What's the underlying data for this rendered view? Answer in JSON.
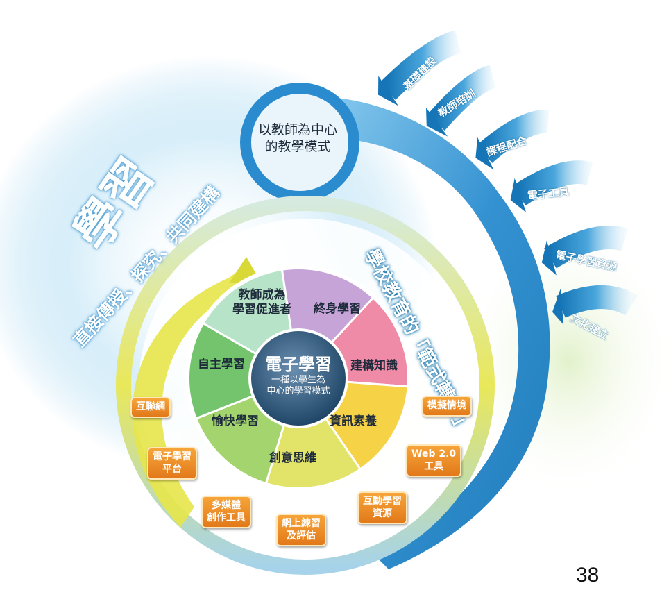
{
  "page_number": "38",
  "top_bubble": {
    "line1": "以教師為中心",
    "line2": "的教學模式"
  },
  "paradigm_shift": "學校教育的「範式轉移」",
  "learning_side": {
    "big": "學習",
    "subtitle": "直接傳授、探究、共同建構"
  },
  "center": {
    "title": "電子學習",
    "subtitle_line1": "一種以學生為",
    "subtitle_line2": "中心的學習模式"
  },
  "wedges": [
    {
      "lines": [
        "教師成為",
        "學習促進者"
      ],
      "color": "#b7e3c8"
    },
    {
      "lines": [
        "終身學習"
      ],
      "color": "#c7a4d8"
    },
    {
      "lines": [
        "建構知識"
      ],
      "color": "#ef8aa7"
    },
    {
      "lines": [
        "資訊素養"
      ],
      "color": "#f6d247"
    },
    {
      "lines": [
        "創意思維"
      ],
      "color": "#e2e46a"
    },
    {
      "lines": [
        "愉快學習"
      ],
      "color": "#a4d46e"
    },
    {
      "lines": [
        "自主學習"
      ],
      "color": "#74c36d"
    }
  ],
  "arrows": [
    "基礎建設",
    "教師培訓",
    "課程配合",
    "電子工具",
    "電子學習資源",
    "文化建立"
  ],
  "tools": {
    "internet": "互聯網",
    "platform": [
      "電子學習",
      "平台"
    ],
    "multimedia": [
      "多媒體",
      "創作工具"
    ],
    "online_practice": [
      "網上練習",
      "及評估"
    ],
    "interactive": [
      "互動學習",
      "資源"
    ],
    "web20": [
      "Web 2.0",
      "工具"
    ],
    "simulation": "模擬情境"
  },
  "colors": {
    "blue": "#2a8ccf",
    "orange": "#f0921f",
    "ring_yellow": "#e8e23a"
  }
}
